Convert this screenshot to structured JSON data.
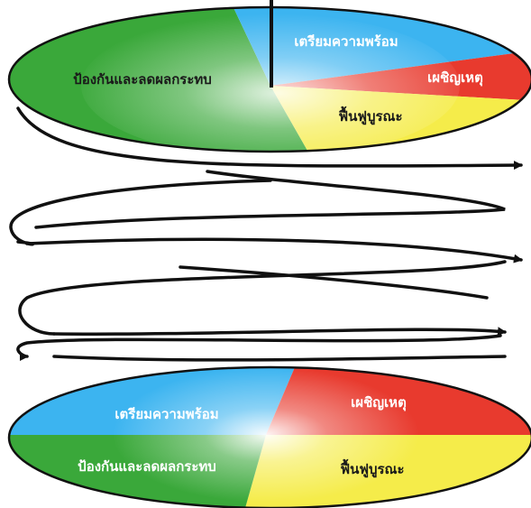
{
  "top_cycle": {
    "prepare": "เตรียมความพร้อม",
    "respond": "เผชิญเหตุ",
    "recover": "ฟื้นฟูบูรณะ",
    "mitigate": "ป้องกันและลดผลกระทบ"
  },
  "bottom_cycle": {
    "prepare": "เตรียมความพร้อม",
    "respond": "เผชิญเหตุ",
    "recover": "ฟื้นฟูบูรณะ",
    "mitigate": "ป้องกันและลดผลกระทบ"
  },
  "colors": {
    "prepare": "#3cb4f0",
    "respond": "#e83a2e",
    "recover": "#f5ec4a",
    "mitigate": "#3aa83a",
    "spiral": "#111111",
    "label_text": "#ffffff",
    "label_text_dark": "#1a1a1a"
  }
}
